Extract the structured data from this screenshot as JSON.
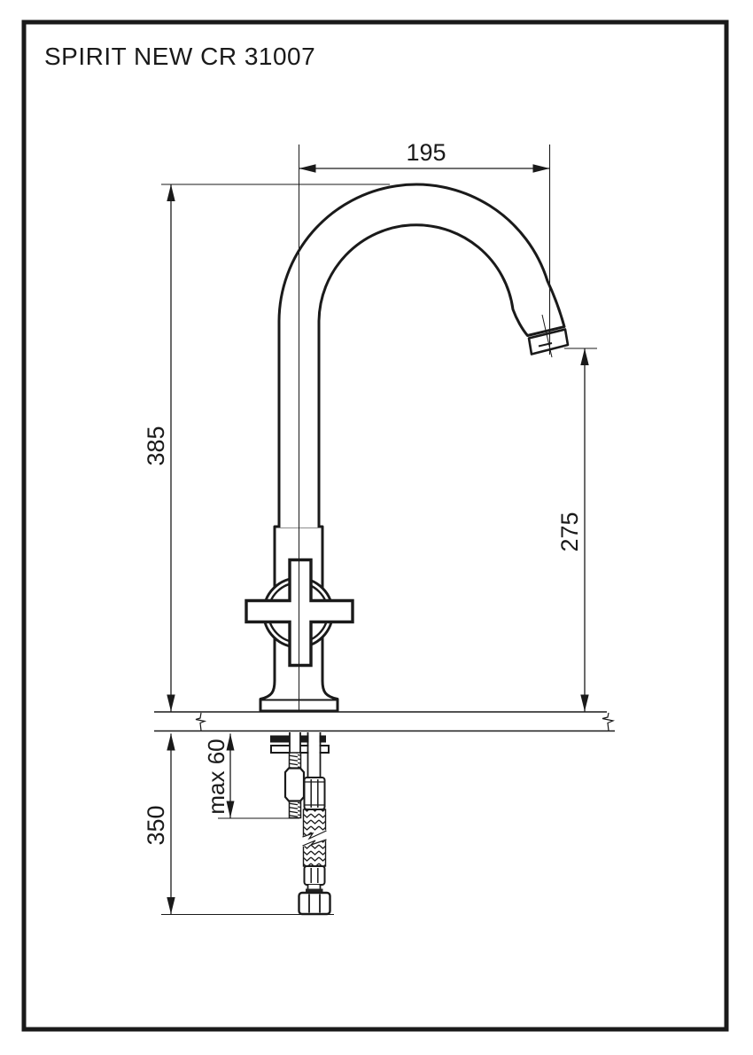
{
  "title": "SPIRIT NEW CR 31007",
  "drawing": {
    "type": "technical-dimension-drawing",
    "subject": "single-hole kitchen faucet with gooseneck spout, cross handle, mounting stud and flexible supply hose",
    "dimensions": {
      "spout_reach": "195",
      "overall_height": "385",
      "outlet_height": "275",
      "max_deck_thickness": "max 60",
      "hose_length": "350"
    }
  },
  "colors": {
    "ink": "#1a1a1a",
    "paper": "#ffffff"
  }
}
